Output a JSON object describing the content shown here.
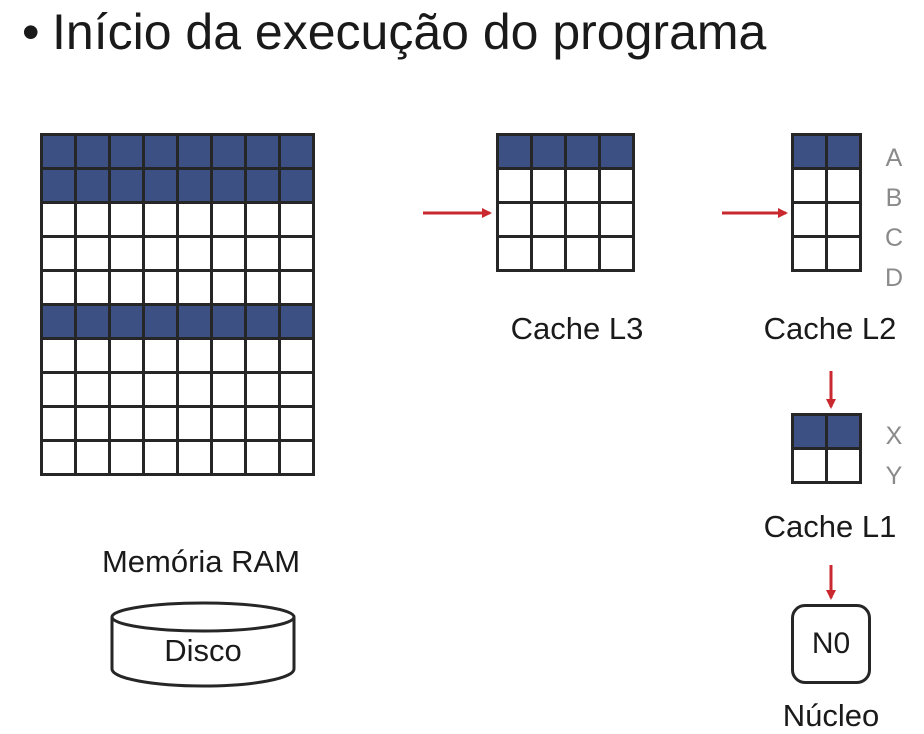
{
  "title": "Início da execução do programa",
  "bullet": "•",
  "ram": {
    "label": "Memória RAM",
    "rows": 10,
    "cols": 8,
    "filled_rows": [
      0,
      1,
      5
    ]
  },
  "cache_l3": {
    "label": "Cache L3",
    "rows": 4,
    "cols": 4,
    "filled_rows": [
      0
    ]
  },
  "cache_l2": {
    "label": "Cache L2",
    "rows": 4,
    "cols": 2,
    "filled_rows": [
      0
    ],
    "row_labels": [
      "A",
      "B",
      "C",
      "D"
    ]
  },
  "cache_l1": {
    "label": "Cache L1",
    "rows": 2,
    "cols": 2,
    "filled_rows": [
      0
    ],
    "row_labels": [
      "X",
      "Y"
    ]
  },
  "disk": {
    "label": "Disco"
  },
  "core": {
    "name": "N0",
    "label": "Núcleo"
  },
  "colors": {
    "filled": "#3d5084",
    "arrow": "#c8282e",
    "border": "#262626",
    "row_label": "#8a8a8a"
  }
}
